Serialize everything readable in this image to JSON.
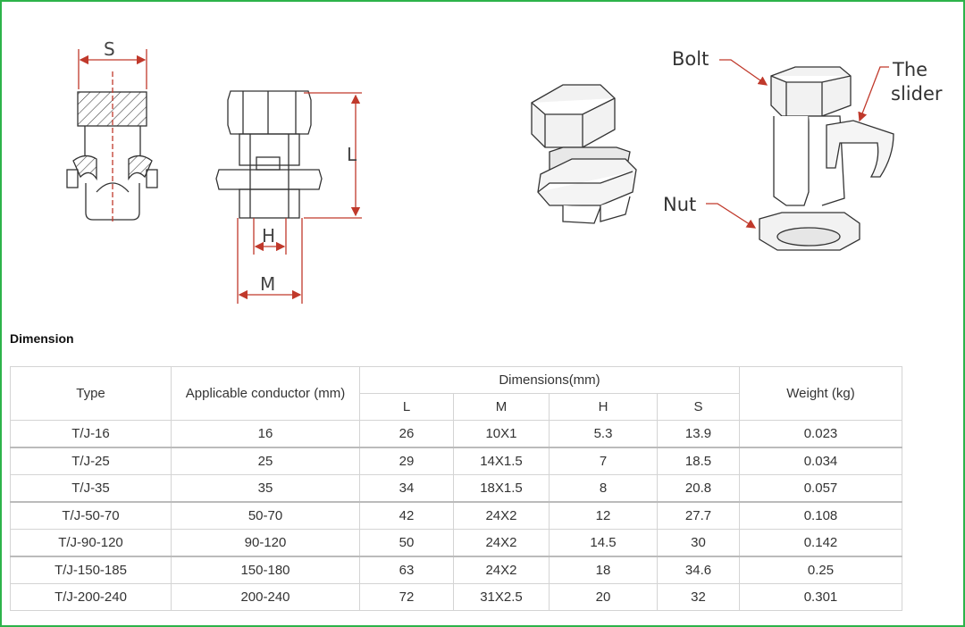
{
  "drawing_labels": {
    "s": "S",
    "l": "L",
    "h": "H",
    "m": "M",
    "bolt": "Bolt",
    "slider_line1": "The",
    "slider_line2": "slider",
    "nut": "Nut"
  },
  "section_title": "Dimension",
  "table": {
    "col_type": "Type",
    "col_conductor": "Applicable conductor (mm)",
    "col_dimensions": "Dimensions(mm)",
    "col_weight": "Weight (kg)",
    "sub_L": "L",
    "sub_M": "M",
    "sub_H": "H",
    "sub_S": "S",
    "rows": [
      {
        "type": "T/J-16",
        "conductor": "16",
        "L": "26",
        "M": "10X1",
        "H": "5.3",
        "S": "13.9",
        "weight": "0.023"
      },
      {
        "type": "T/J-25",
        "conductor": "25",
        "L": "29",
        "M": "14X1.5",
        "H": "7",
        "S": "18.5",
        "weight": "0.034"
      },
      {
        "type": "T/J-35",
        "conductor": "35",
        "L": "34",
        "M": "18X1.5",
        "H": "8",
        "S": "20.8",
        "weight": "0.057"
      },
      {
        "type": "T/J-50-70",
        "conductor": "50-70",
        "L": "42",
        "M": "24X2",
        "H": "12",
        "S": "27.7",
        "weight": "0.108"
      },
      {
        "type": "T/J-90-120",
        "conductor": "90-120",
        "L": "50",
        "M": "24X2",
        "H": "14.5",
        "S": "30",
        "weight": "0.142"
      },
      {
        "type": "T/J-150-185",
        "conductor": "150-180",
        "L": "63",
        "M": "24X2",
        "H": "18",
        "S": "34.6",
        "weight": "0.25"
      },
      {
        "type": "T/J-200-240",
        "conductor": "200-240",
        "L": "72",
        "M": "31X2.5",
        "H": "20",
        "S": "32",
        "weight": "0.301"
      }
    ]
  },
  "colors": {
    "frame": "#2db34a",
    "dimension_line": "#c0392b"
  }
}
